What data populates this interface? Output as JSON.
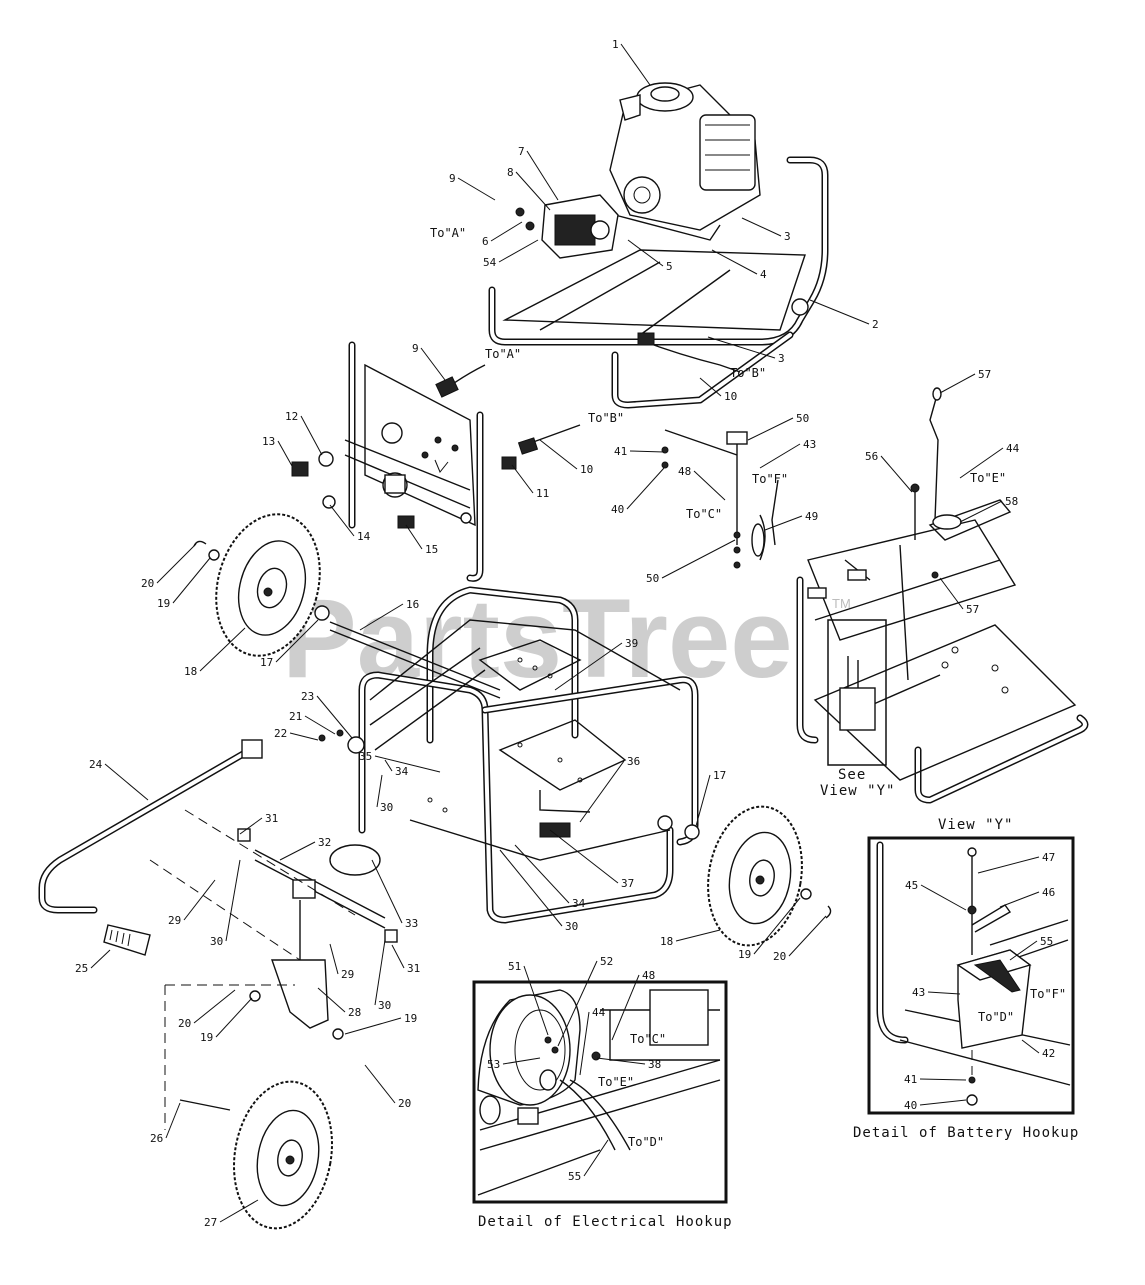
{
  "diagram": {
    "watermark": "PartsTree",
    "watermark_mark": "TM",
    "captions": {
      "view_y_title": "View \"Y\"",
      "see_view_y_line1": "See",
      "see_view_y_line2": "View \"Y\"",
      "electrical_detail": "Detail of Electrical Hookup",
      "battery_detail": "Detail of Battery Hookup"
    },
    "connection_refs": {
      "a_upper": "To\"A\"",
      "a_lower": "To\"A\"",
      "b_upper": "To\"B\"",
      "b_lower": "To\"B\"",
      "c_main": "To\"C\"",
      "f_main": "To\"F\"",
      "e_main": "To\"E\"",
      "c_elec": "To\"C\"",
      "e_elec": "To\"E\"",
      "d_elec": "To\"D\"",
      "f_batt": "To\"F\"",
      "d_batt": "To\"D\""
    },
    "callouts": {
      "c1": "1",
      "c2": "2",
      "c3a": "3",
      "c3b": "3",
      "c4": "4",
      "c5": "5",
      "c6": "6",
      "c7": "7",
      "c8": "8",
      "c9a": "9",
      "c9b": "9",
      "c10a": "10",
      "c10b": "10",
      "c11": "11",
      "c12": "12",
      "c13": "13",
      "c14": "14",
      "c15": "15",
      "c16": "16",
      "c17a": "17",
      "c17b": "17",
      "c18a": "18",
      "c18b": "18",
      "c19a": "19",
      "c19b": "19",
      "c19c": "19",
      "c19d": "19",
      "c20a": "20",
      "c20b": "20",
      "c20c": "20",
      "c20d": "20",
      "c21": "21",
      "c22": "22",
      "c23": "23",
      "c24": "24",
      "c25": "25",
      "c26": "26",
      "c27": "27",
      "c28": "28",
      "c29a": "29",
      "c29b": "29",
      "c30a": "30",
      "c30b": "30",
      "c30c": "30",
      "c30d": "30",
      "c31a": "31",
      "c31b": "31",
      "c32": "32",
      "c33": "33",
      "c34a": "34",
      "c34b": "34",
      "c35": "35",
      "c36": "36",
      "c37": "37",
      "c38": "38",
      "c39": "39",
      "c40a": "40",
      "c40b": "40",
      "c41a": "41",
      "c41b": "41",
      "c42": "42",
      "c43a": "43",
      "c43b": "43",
      "c44a": "44",
      "c44b": "44",
      "c45": "45",
      "c46": "46",
      "c47": "47",
      "c48a": "48",
      "c48b": "48",
      "c49": "49",
      "c50a": "50",
      "c50b": "50",
      "c51": "51",
      "c52": "52",
      "c53": "53",
      "c54": "54",
      "c55a": "55",
      "c55b": "55",
      "c56": "56",
      "c57a": "57",
      "c57b": "57",
      "c58": "58"
    }
  }
}
